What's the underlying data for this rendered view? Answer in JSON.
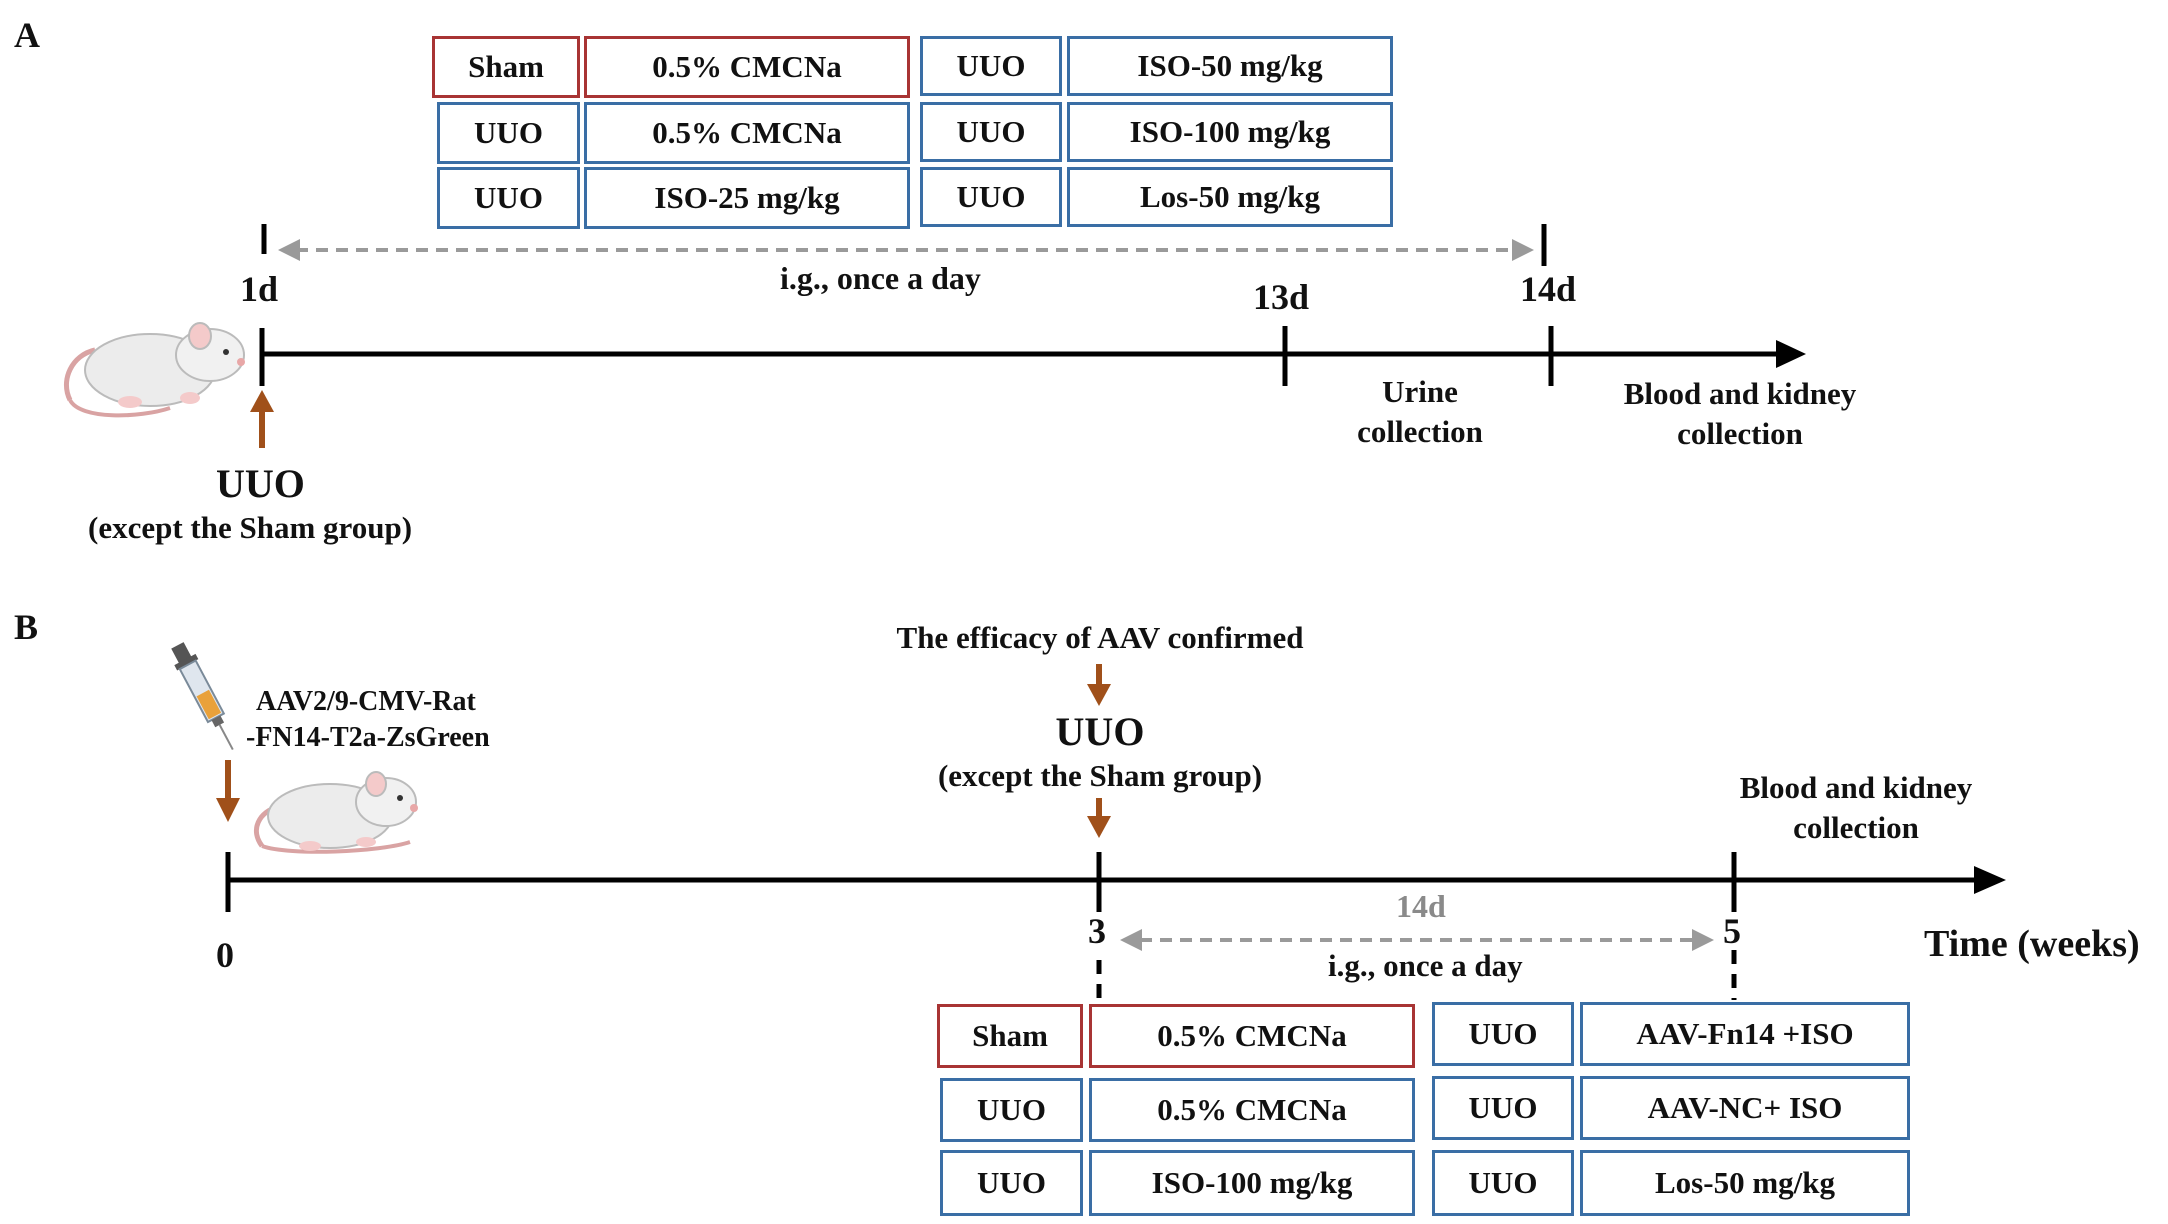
{
  "panel_a": {
    "letter": "A",
    "groups": [
      {
        "model": "Sham",
        "treatment": "0.5% CMCNa"
      },
      {
        "model": "UUO",
        "treatment": "0.5% CMCNa"
      },
      {
        "model": "UUO",
        "treatment": "ISO-25 mg/kg"
      },
      {
        "model": "UUO",
        "treatment": "ISO-50 mg/kg"
      },
      {
        "model": "UUO",
        "treatment": "ISO-100 mg/kg"
      },
      {
        "model": "UUO",
        "treatment": "Los-50 mg/kg"
      }
    ],
    "dosing_label": "i.g., once a day",
    "ticks": {
      "d1": "1d",
      "d13": "13d",
      "d14": "14d"
    },
    "urine_collection": [
      "Urine",
      "collection"
    ],
    "blood_kidney_collection": [
      "Blood and kidney",
      "collection"
    ],
    "uuo_label": "UUO",
    "except_sham": "(except the Sham group)"
  },
  "panel_b": {
    "letter": "B",
    "aav_label": [
      "AAV2/9-CMV-Rat",
      "-FN14-T2a-ZsGreen"
    ],
    "efficacy_label": "The efficacy of AAV confirmed",
    "uuo_label": "UUO",
    "except_sham": "(except the Sham group)",
    "blood_kidney_collection": [
      "Blood and kidney",
      "collection"
    ],
    "ticks": {
      "t0": "0",
      "t3": "3",
      "t5": "5"
    },
    "duration_label": "14d",
    "dosing_label": "i.g., once a day",
    "axis_label": "Time (weeks)",
    "groups": [
      {
        "model": "Sham",
        "treatment": "0.5% CMCNa"
      },
      {
        "model": "UUO",
        "treatment": "0.5% CMCNa"
      },
      {
        "model": "UUO",
        "treatment": "ISO-100 mg/kg"
      },
      {
        "model": "UUO",
        "treatment": "AAV-Fn14 +ISO"
      },
      {
        "model": "UUO",
        "treatment": "AAV-NC+ ISO"
      },
      {
        "model": "UUO",
        "treatment": "Los-50 mg/kg"
      }
    ]
  },
  "colors": {
    "arrow": "#a0501a",
    "dashed": "#9a9a9a",
    "blue_border": "#3a6ea5",
    "red_border": "#a83434"
  }
}
